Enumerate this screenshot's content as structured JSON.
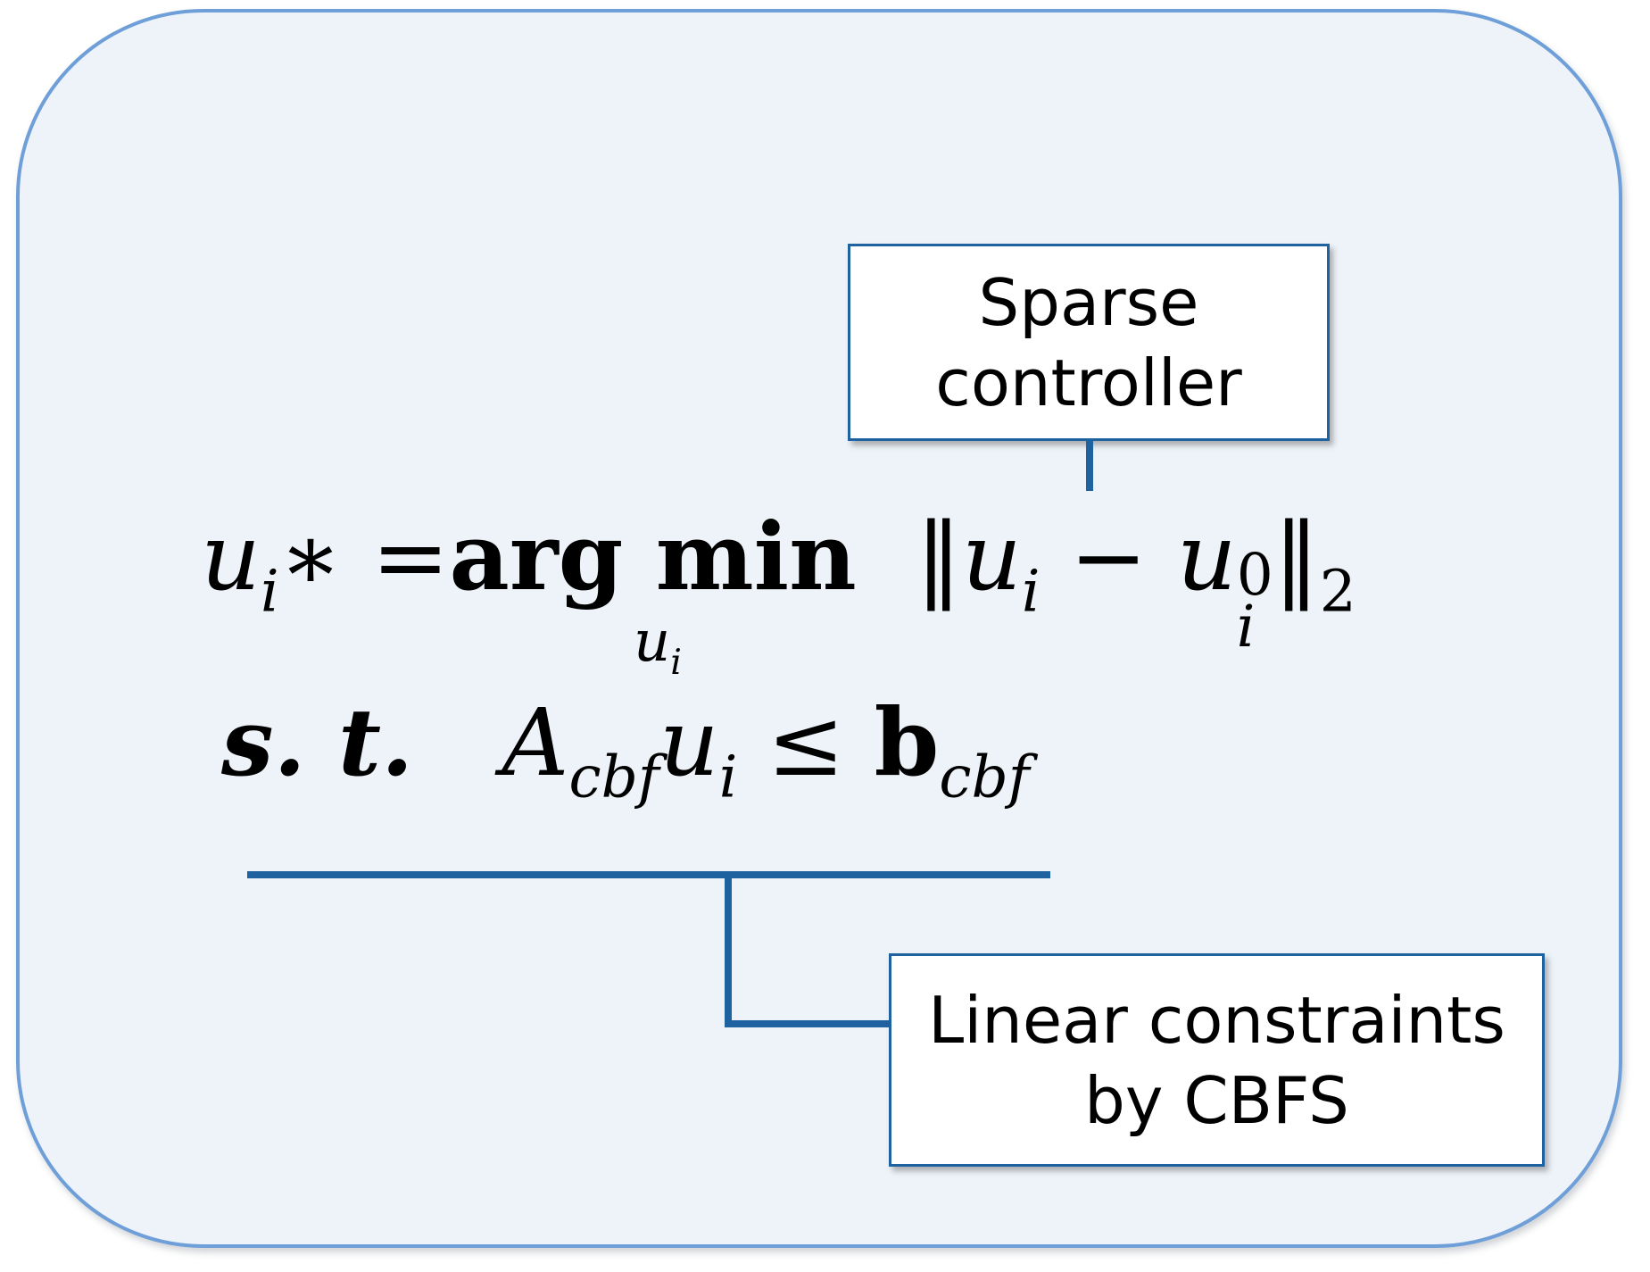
{
  "callouts": {
    "sparse_controller": {
      "line1": "Sparse",
      "line2": "controller"
    },
    "linear_constraints": {
      "line1": "Linear constraints",
      "line2": "by CBFS"
    }
  },
  "equation": {
    "objective_lhs_var": "u",
    "objective_lhs_sub": "i",
    "objective_lhs_star": "∗ =",
    "argmin_word": "arg min",
    "argmin_under_var": "u",
    "argmin_under_sub": "i",
    "norm_open": "‖",
    "norm_var": "u",
    "norm_var_sub": "i",
    "minus": "−",
    "ref_var": "u",
    "ref_sub": "i",
    "ref_sup": "0",
    "norm_close": "‖",
    "norm_index": "2",
    "st": "s. t.",
    "constraint_matrix": "A",
    "constraint_matrix_sub": "cbf",
    "constraint_var": "u",
    "constraint_var_sub": "i",
    "leq": "≤",
    "constraint_rhs": "b",
    "constraint_rhs_sub": "cbf"
  },
  "colors": {
    "panel_border": "#6f9fd8",
    "panel_fill": "#edf3f8",
    "connector": "#1f62a0",
    "callout_border": "#1f62a0"
  }
}
